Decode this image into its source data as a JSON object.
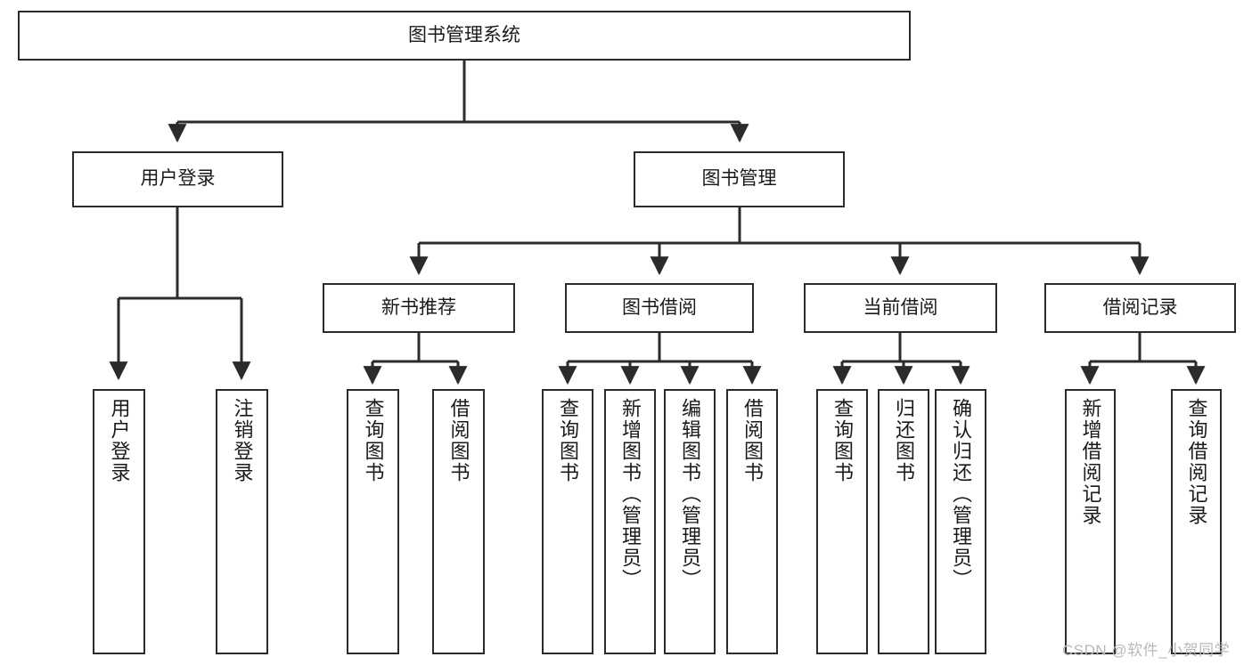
{
  "diagram": {
    "type": "tree-hierarchy-chart",
    "stroke_color": "#2b2b2b",
    "fill_color": "#ffffff",
    "text_color": "#1a1a1a",
    "root": {
      "label": "图书管理系统"
    },
    "level2": [
      {
        "id": "user-login",
        "label": "用户登录"
      },
      {
        "id": "book-management",
        "label": "图书管理"
      }
    ],
    "level3": [
      {
        "id": "new-book-recommend",
        "label": "新书推荐"
      },
      {
        "id": "book-borrow",
        "label": "图书借阅"
      },
      {
        "id": "current-borrow",
        "label": "当前借阅"
      },
      {
        "id": "borrow-record",
        "label": "借阅记录"
      }
    ],
    "leaves": {
      "user_login": [
        {
          "id": "leaf-user-login",
          "label": "用户登录"
        },
        {
          "id": "leaf-logout-login",
          "label": "注销登录"
        }
      ],
      "new_book_recommend": [
        {
          "id": "leaf-query-book-1",
          "label": "查询图书"
        },
        {
          "id": "leaf-borrow-book-1",
          "label": "借阅图书"
        }
      ],
      "book_borrow": [
        {
          "id": "leaf-query-book-2",
          "label": "查询图书"
        },
        {
          "id": "leaf-add-book-admin",
          "label": "新增图书（管理员）"
        },
        {
          "id": "leaf-edit-book-admin",
          "label": "编辑图书（管理员）"
        },
        {
          "id": "leaf-borrow-book-2",
          "label": "借阅图书"
        }
      ],
      "current_borrow": [
        {
          "id": "leaf-query-book-3",
          "label": "查询图书"
        },
        {
          "id": "leaf-return-book",
          "label": "归还图书"
        },
        {
          "id": "leaf-confirm-return-admin",
          "label": "确认归还（管理员）"
        }
      ],
      "borrow_record": [
        {
          "id": "leaf-add-borrow-record",
          "label": "新增借阅记录"
        },
        {
          "id": "leaf-query-borrow-record",
          "label": "查询借阅记录"
        }
      ]
    }
  },
  "watermark": {
    "text": "CSDN @软件_小贺同学"
  }
}
